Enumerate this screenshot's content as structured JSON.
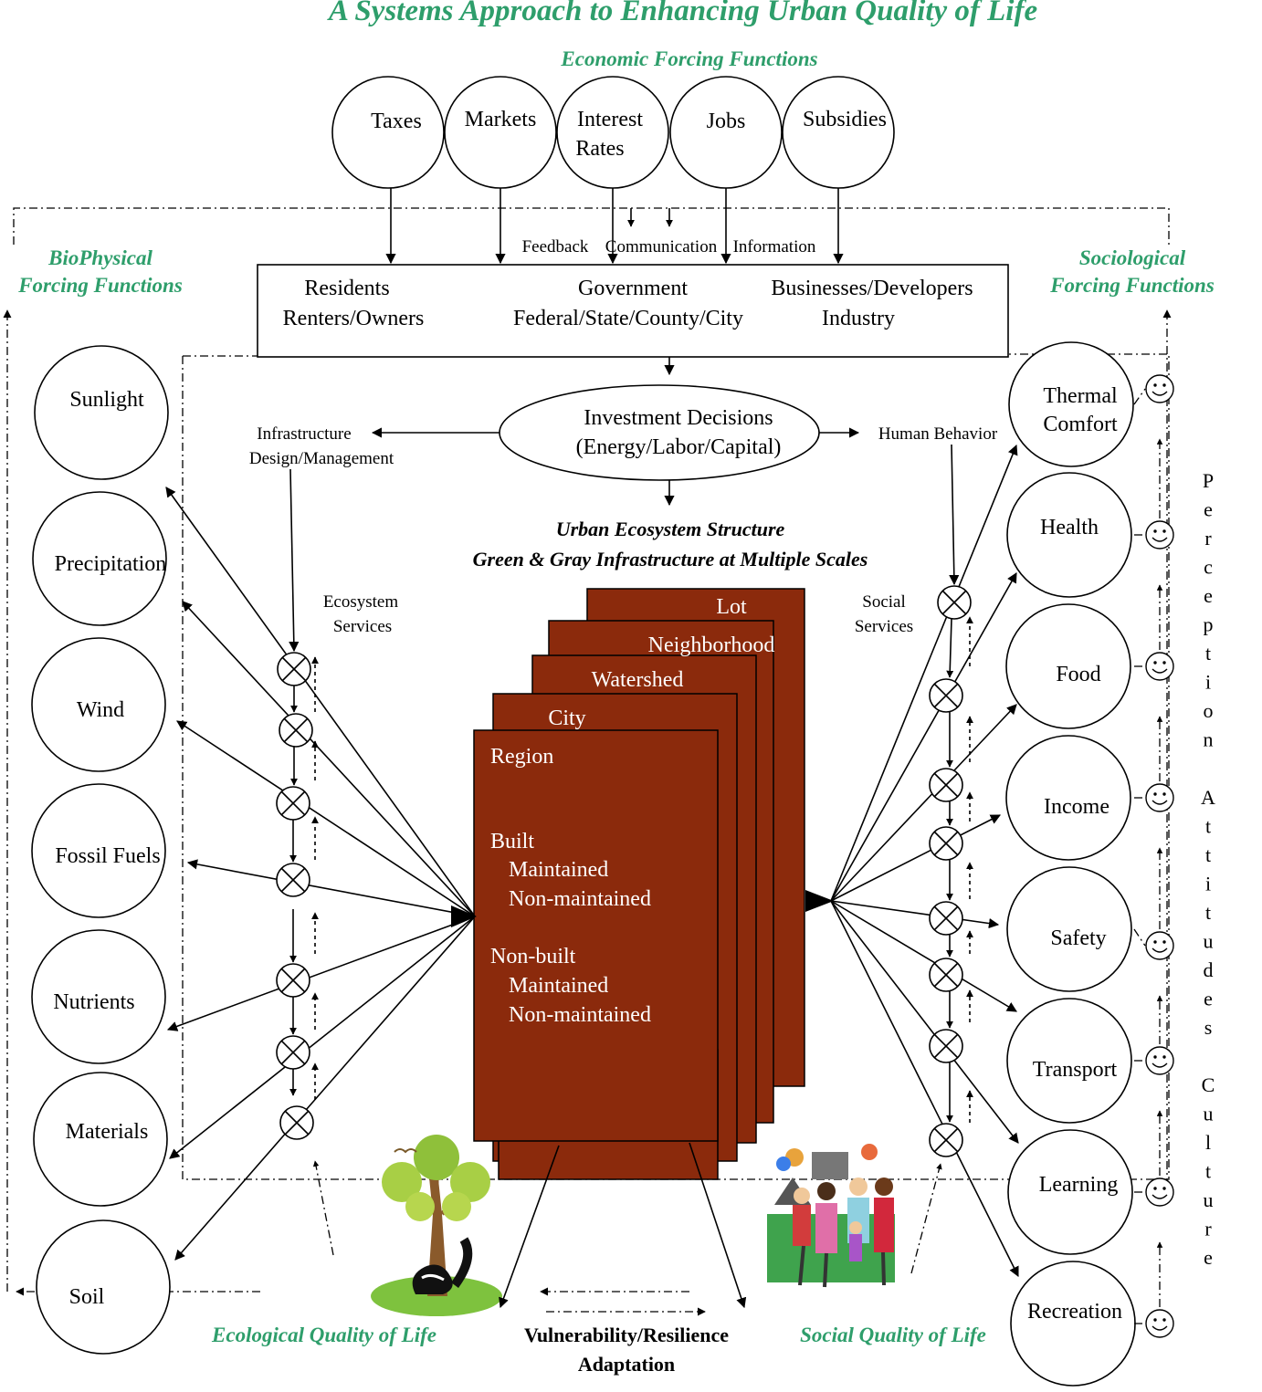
{
  "title": "A Systems Approach to Enhancing Urban Quality of Life",
  "economic": {
    "heading": "Economic Forcing Functions",
    "items": [
      "Taxes",
      "Markets",
      "Interest",
      "Rates",
      "Jobs",
      "Subsidies"
    ]
  },
  "biophysical": {
    "heading_1": "BioPhysical",
    "heading_2": "Forcing Functions",
    "items": [
      "Sunlight",
      "Precipitation",
      "Wind",
      "Fossil Fuels",
      "Nutrients",
      "Materials",
      "Soil"
    ]
  },
  "sociological": {
    "heading_1": "Sociological",
    "heading_2": "Forcing Functions",
    "items": [
      "Thermal",
      "Comfort",
      "Health",
      "Food",
      "Income",
      "Safety",
      "Transport",
      "Learning",
      "Recreation"
    ]
  },
  "feedback_labels": [
    "Feedback",
    "Communication",
    "Information"
  ],
  "actors": {
    "residents": "Residents",
    "renters": "Renters/Owners",
    "government": "Government",
    "gov_levels": "Federal/State/County/City",
    "business": "Businesses/Developers",
    "industry": "Industry"
  },
  "investment": {
    "line1": "Investment Decisions",
    "line2": "(Energy/Labor/Capital)"
  },
  "infrastructure": {
    "line1": "Infrastructure",
    "line2": "Design/Management"
  },
  "human_behavior": "Human Behavior",
  "ecosystem_services": {
    "line1": "Ecosystem",
    "line2": "Services"
  },
  "social_services": {
    "line1": "Social",
    "line2": "Services"
  },
  "structure": {
    "line1": "Urban Ecosystem Structure",
    "line2": "Green & Gray Infrastructure at Multiple Scales"
  },
  "scales": {
    "lot": "Lot",
    "neighborhood": "Neighborhood",
    "watershed": "Watershed",
    "city": "City",
    "region": "Region",
    "built": "Built",
    "maintained_1": "Maintained",
    "nonmaintained_1": "Non-maintained",
    "nonbuilt": "Non-built",
    "maintained_2": "Maintained",
    "nonmaintained_2": "Non-maintained"
  },
  "vertical_words": [
    "Perception",
    "Attitudes",
    "Culture"
  ],
  "bottom": {
    "ecological": "Ecological Quality of Life",
    "social": "Social Quality of Life",
    "vulnerability": "Vulnerability/Resilience",
    "adaptation": "Adaptation"
  },
  "colors": {
    "green_heading": "#2e9e6b",
    "card_fill": "#8b2a0c"
  }
}
